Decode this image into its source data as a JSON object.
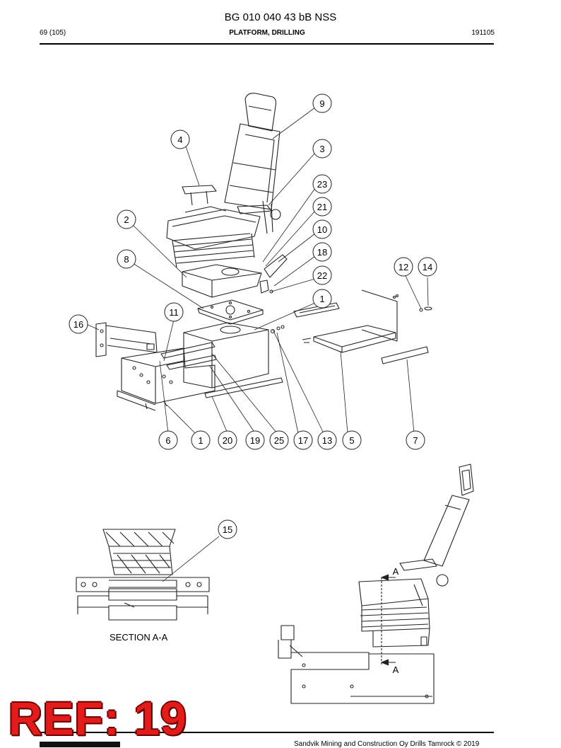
{
  "header": {
    "title": "BG 010 040 43 bB NSS",
    "page": "69 (105)",
    "section": "PLATFORM, DRILLING",
    "date_code": "191105"
  },
  "callouts": [
    "9",
    "4",
    "3",
    "23",
    "21",
    "2",
    "10",
    "8",
    "18",
    "12",
    "14",
    "22",
    "1",
    "11",
    "16",
    "6",
    "1",
    "20",
    "19",
    "25",
    "17",
    "13",
    "5",
    "7",
    "15"
  ],
  "section_label": "SECTION A-A",
  "section_marks": [
    "A",
    "A"
  ],
  "ref_stamp": "REF: 19",
  "footer": {
    "copyright": "Sandvik Mining and Construction Oy Drills Tamrock © 2019"
  }
}
